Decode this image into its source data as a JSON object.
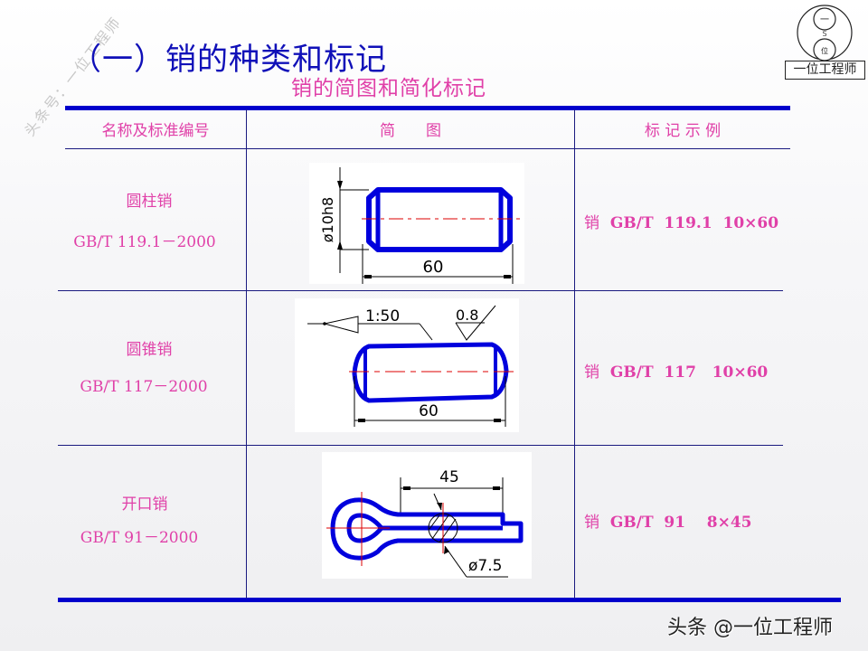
{
  "watermark": "头条号：一位工程师",
  "header": {
    "title": "（一）销的种类和标记",
    "subtitle": "销的简图和简化标记"
  },
  "logo": {
    "top_char": "一",
    "bottom_char": "位",
    "label": "一位工程师"
  },
  "table": {
    "columns": [
      "名称及标准编号",
      "简　　图",
      "标 记 示 例"
    ],
    "rows": [
      {
        "name": "圆柱销",
        "standard": "GB/T 119.1－2000",
        "mark_char": "销",
        "mark": "GB/T  119.1  10×60",
        "drawing": {
          "type": "cylindrical-pin",
          "diameter_label": "ø10h8",
          "length_label": "60"
        }
      },
      {
        "name": "圆锥销",
        "standard": "GB/T 117－2000",
        "mark_char": "销",
        "mark": "GB/T  117   10×60",
        "drawing": {
          "type": "taper-pin",
          "taper_label": "1:50",
          "roughness_label": "0.8",
          "length_label": "60"
        }
      },
      {
        "name": "开口销",
        "standard": "GB/T 91－2000",
        "mark_char": "销",
        "mark": "GB/T  91    8×45",
        "drawing": {
          "type": "split-pin",
          "length_label": "45",
          "diameter_label": "ø7.5"
        }
      }
    ]
  },
  "footer": {
    "brand": "头条 @一位工程师"
  },
  "colors": {
    "title": "#1010b8",
    "accent_pink": "#e040a8",
    "rule_blue": "#0000cc",
    "drawing_blue": "#0000dd",
    "centerline_red": "#dd0000"
  }
}
